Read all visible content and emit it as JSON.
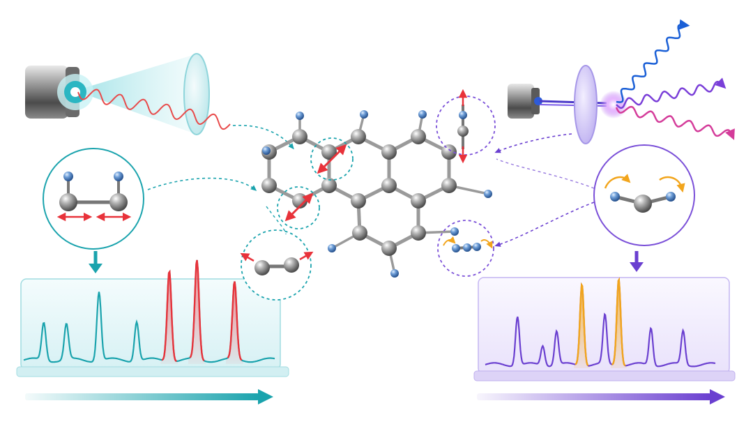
{
  "colors": {
    "teal": "#1aa3ad",
    "teal_light": "#cfeff2",
    "purple": "#6a3fd0",
    "purple_light": "#ece6fb",
    "red_peak": "#e8323a",
    "orange_peak": "#f2a51c",
    "atom_carbon": "#8e8e8e",
    "atom_hydrogen": "#4f86c6",
    "ir_wave": "#e84a4a",
    "raman_blue": "#1a5fd6",
    "raman_magenta": "#d43c9a"
  },
  "icons": {
    "ir_source": "infrared-laser-source-icon",
    "ir_lens": "ir-lens-icon",
    "raman_source": "raman-laser-source-icon",
    "raman_filter": "raman-filter-disc-icon",
    "molecule": "polycyclic-aromatic-molecule-icon",
    "stretch_inset": "stretching-vibration-inset-icon",
    "bend_inset": "bending-vibration-inset-icon"
  },
  "left_spectrum": {
    "panel": "ir-absorption-spectrum",
    "arrow": "wavenumber-axis-arrow",
    "peaks": [
      {
        "x": 0.08,
        "h": 0.38,
        "hl": false
      },
      {
        "x": 0.17,
        "h": 0.36,
        "hl": false
      },
      {
        "x": 0.3,
        "h": 0.7,
        "hl": false
      },
      {
        "x": 0.45,
        "h": 0.4,
        "hl": false
      },
      {
        "x": 0.58,
        "h": 0.92,
        "hl": true
      },
      {
        "x": 0.69,
        "h": 1.0,
        "hl": true
      },
      {
        "x": 0.84,
        "h": 0.78,
        "hl": true
      }
    ]
  },
  "right_spectrum": {
    "panel": "raman-scattering-spectrum",
    "arrow": "raman-shift-axis-arrow",
    "peaks": [
      {
        "x": 0.14,
        "h": 0.55,
        "hl": false
      },
      {
        "x": 0.25,
        "h": 0.22,
        "hl": false
      },
      {
        "x": 0.31,
        "h": 0.38,
        "hl": false
      },
      {
        "x": 0.42,
        "h": 0.92,
        "hl": true
      },
      {
        "x": 0.52,
        "h": 0.55,
        "hl": false
      },
      {
        "x": 0.58,
        "h": 0.98,
        "hl": true
      },
      {
        "x": 0.72,
        "h": 0.42,
        "hl": false
      },
      {
        "x": 0.86,
        "h": 0.38,
        "hl": false
      }
    ]
  }
}
